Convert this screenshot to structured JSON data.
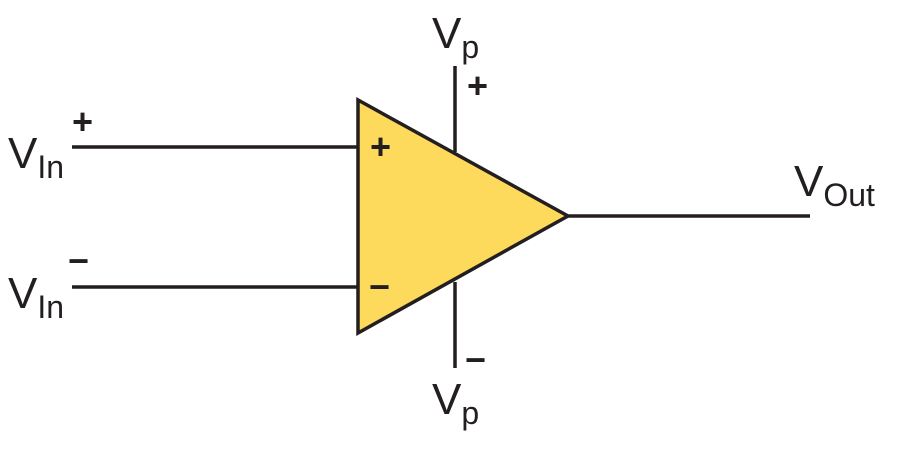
{
  "colors": {
    "amplifier_fill": "#fdd95c",
    "line": "#231f20",
    "background": "#ffffff"
  },
  "inputs": {
    "non_inverting": {
      "main": "V",
      "sub": "In",
      "polarity": "+"
    },
    "inverting": {
      "main": "V",
      "sub": "In",
      "polarity": "−"
    }
  },
  "amplifier": {
    "plus_symbol": "+",
    "minus_symbol": "−"
  },
  "output": {
    "main": "V",
    "sub": "Out"
  },
  "supply_positive": {
    "main": "V",
    "sub": "p",
    "polarity": "+"
  },
  "supply_negative": {
    "main": "V",
    "sub": "p",
    "polarity": "−"
  }
}
